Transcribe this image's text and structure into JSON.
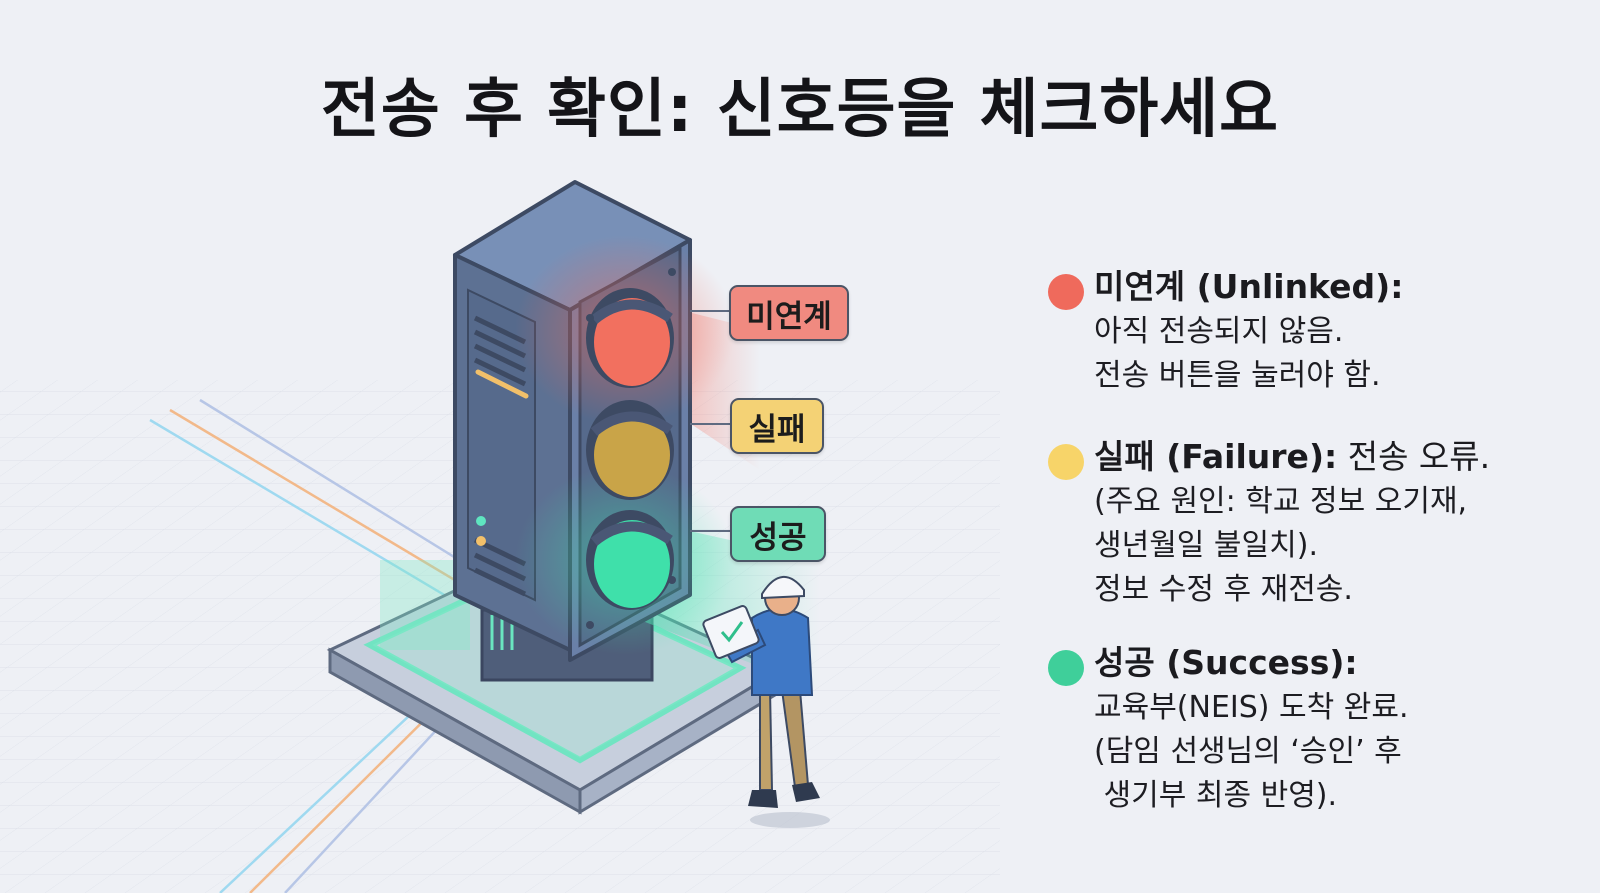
{
  "title": "전송 후 확인: 신호등을 체크하세요",
  "callouts": {
    "red": "미연계",
    "yellow": "실패",
    "green": "성공"
  },
  "legend": {
    "unlinked": {
      "heading": "미연계 (Unlinked):",
      "lines": [
        "아직 전송되지 않음.",
        "전송 버튼을 눌러야 함."
      ],
      "color": "#ef6a5c"
    },
    "failure": {
      "heading": "실패 (Failure):",
      "heading_tail": " 전송 오류.",
      "lines": [
        "(주요 원인: 학교 정보 오기재,",
        "생년월일 불일치).",
        "정보 수정 후 재전송."
      ],
      "color": "#f7d469"
    },
    "success": {
      "heading": "성공 (Success):",
      "lines": [
        "교육부(NEIS) 도착 완료.",
        "(담임 선생님의 ‘승인’ 후",
        " 생기부 최종 반영)."
      ],
      "color": "#3fcf9a"
    }
  },
  "colors": {
    "red": "#f2705f",
    "yellow": "#e8c25a",
    "green": "#3fe0aa",
    "body": "#5b6f92"
  }
}
